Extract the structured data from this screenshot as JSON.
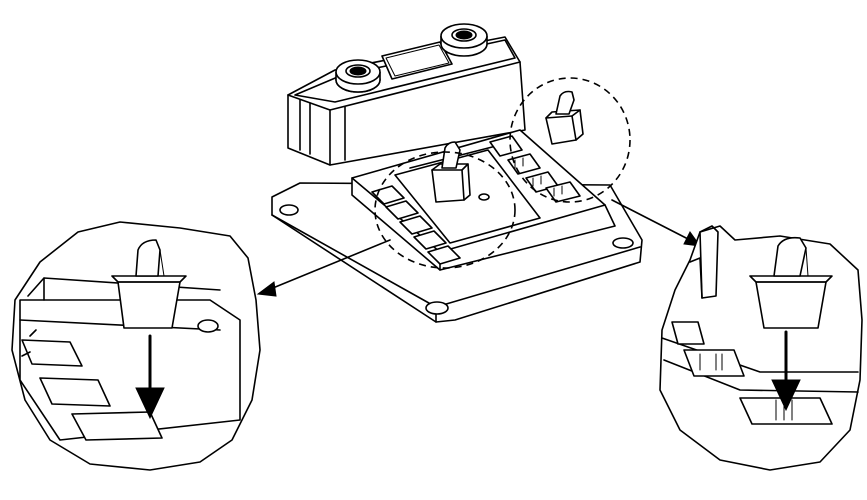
{
  "figure": {
    "description_visible_text": "",
    "colors": {
      "line": "#000000",
      "background": "#ffffff",
      "shade": "#d9d9d9"
    },
    "components": [
      "device-housing",
      "display-window",
      "thumb-knob-left",
      "thumb-knob-right",
      "rocker-switch",
      "connector-ports",
      "detail-callout-left",
      "detail-callout-right"
    ]
  }
}
